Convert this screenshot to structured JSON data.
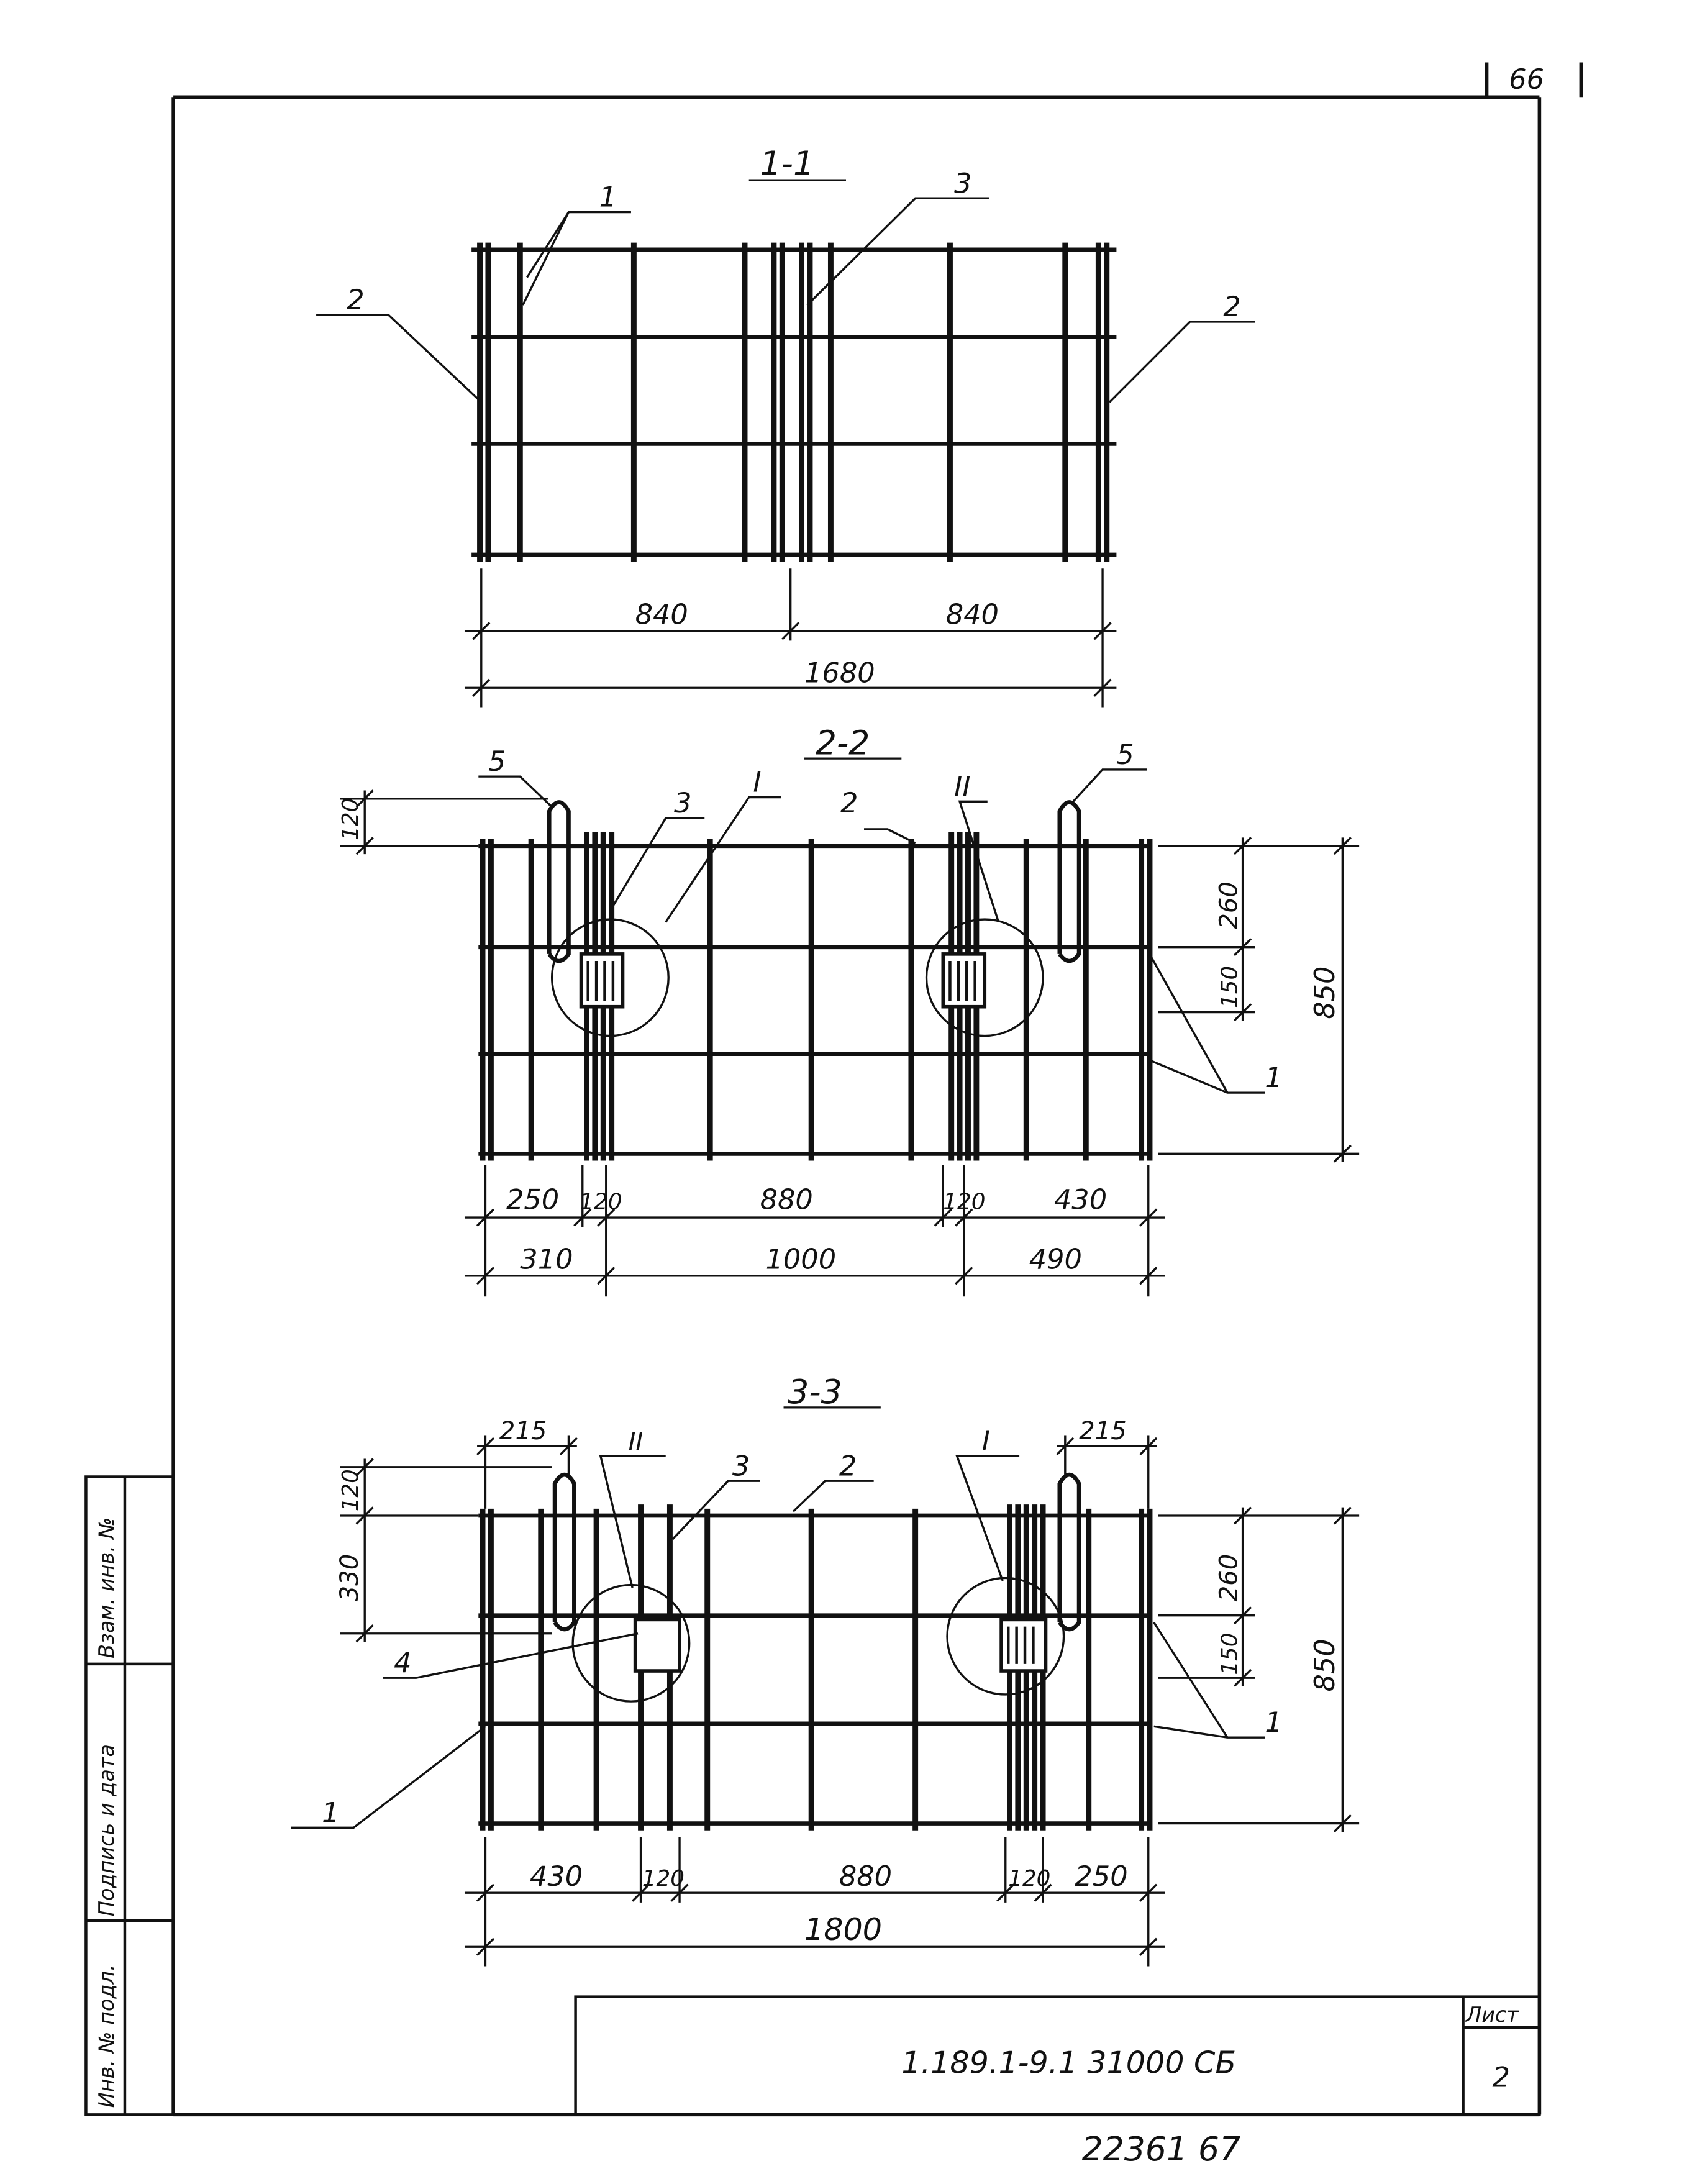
{
  "page_number": "66",
  "bottom_code": "22361  67",
  "title_block": {
    "designation": "1.189.1-9.1   31000 СБ",
    "sheet_label": "Лист",
    "sheet_number": "2"
  },
  "side_stamp": {
    "inv_no": "Инв. № подл.",
    "signature_date": "Подпись и дата",
    "replace_inv": "Взам. инв. №"
  },
  "section_1_1": {
    "title": "1-1",
    "callouts": [
      "1",
      "2",
      "2",
      "3"
    ],
    "dims": [
      "840",
      "840",
      "1680"
    ]
  },
  "section_2_2": {
    "title": "2-2",
    "callouts": [
      "5",
      "5",
      "3",
      "I",
      "2",
      "II",
      "1"
    ],
    "dims_bottom_row1": [
      "250",
      "120",
      "880",
      "120",
      "430"
    ],
    "dims_bottom_row2": [
      "310",
      "1000",
      "490"
    ],
    "dims_left": [
      "120"
    ],
    "dims_right": [
      "260",
      "150",
      "850"
    ]
  },
  "section_3_3": {
    "title": "3-3",
    "callouts": [
      "II",
      "3",
      "2",
      "I",
      "4",
      "1",
      "1"
    ],
    "dims_top": [
      "215",
      "215"
    ],
    "dims_left": [
      "120",
      "330"
    ],
    "dims_right": [
      "260",
      "150",
      "850"
    ],
    "dims_bottom_row1": [
      "430",
      "120",
      "880",
      "120",
      "250"
    ],
    "dims_bottom_row2": [
      "1800"
    ]
  }
}
